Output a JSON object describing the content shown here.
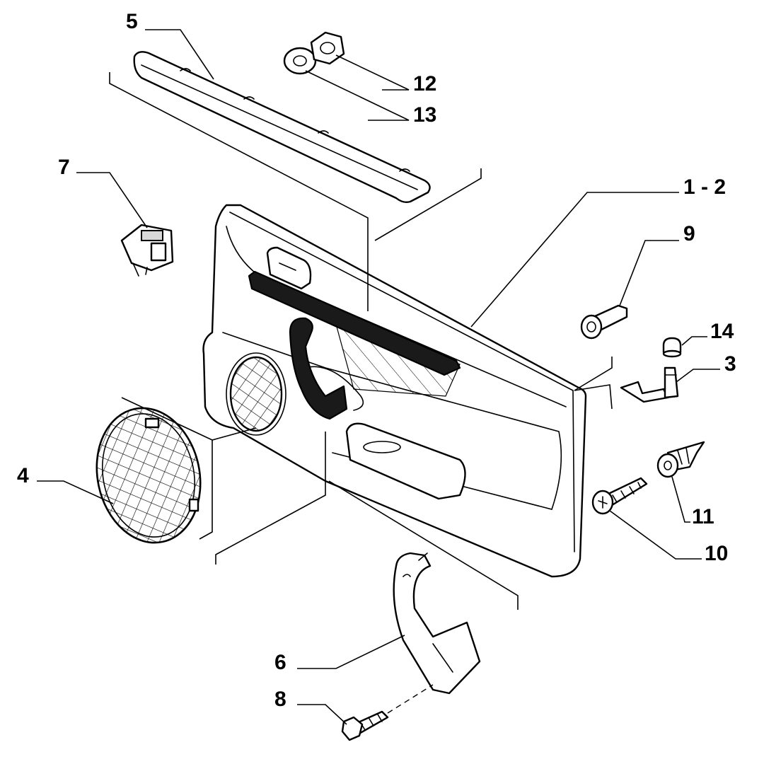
{
  "diagram": {
    "callouts": [
      {
        "id": "1-2",
        "label": "1 - 2"
      },
      {
        "id": "3",
        "label": "3"
      },
      {
        "id": "4",
        "label": "4"
      },
      {
        "id": "5",
        "label": "5"
      },
      {
        "id": "6",
        "label": "6"
      },
      {
        "id": "7",
        "label": "7"
      },
      {
        "id": "8",
        "label": "8"
      },
      {
        "id": "9",
        "label": "9"
      },
      {
        "id": "10",
        "label": "10"
      },
      {
        "id": "11",
        "label": "11"
      },
      {
        "id": "12",
        "label": "12"
      },
      {
        "id": "13",
        "label": "13"
      },
      {
        "id": "14",
        "label": "14"
      }
    ]
  },
  "colors": {
    "line": "#000000",
    "background": "#ffffff",
    "dark_part": "#1a1a1a"
  }
}
